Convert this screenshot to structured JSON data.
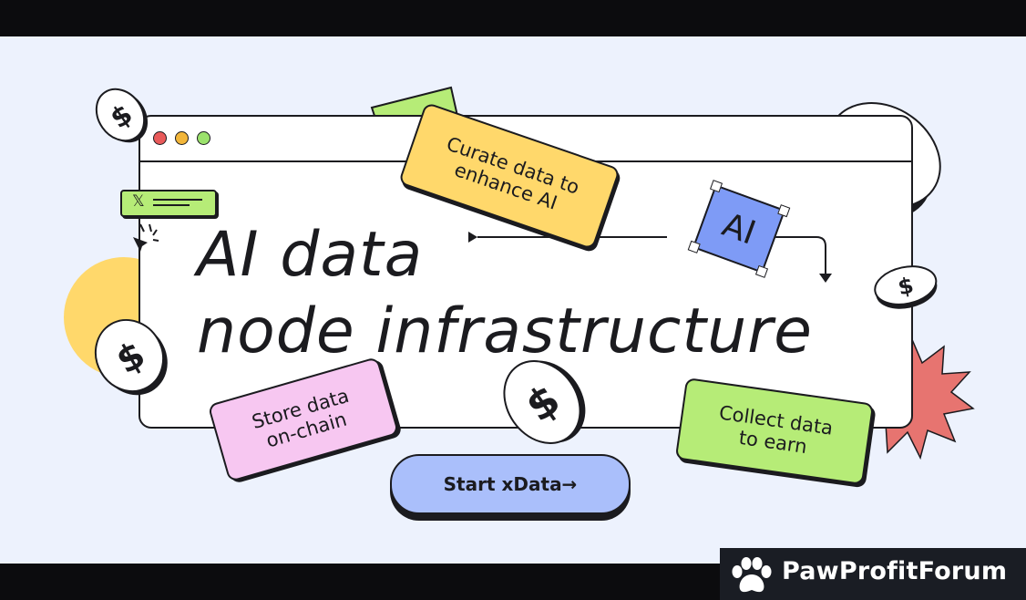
{
  "hero": {
    "headline_line1": "AI data",
    "headline_line2": "node infrastructure",
    "ai_badge": "AI"
  },
  "stickers": {
    "curate": "Curate data to\nenhance AI",
    "store": "Store data\non-chain",
    "collect": "Collect data\nto earn"
  },
  "cta": {
    "start_label": "Start xData→"
  },
  "social_tab": {
    "icon_glyph": "𝕏"
  },
  "coins": {
    "symbol": "$"
  },
  "watermark": {
    "brand": "PawProfitForum"
  },
  "colors": {
    "background": "#edf2fd",
    "yellow_sticker": "#ffd86b",
    "pink_sticker": "#f7c7f1",
    "green_sticker": "#b6ec77",
    "blue_button": "#aabffb",
    "ai_badge": "#7e9bf6",
    "starburst": "#e77470",
    "yellow_circle": "#ffd86b",
    "outline": "#1b1b1f"
  },
  "icons": [
    "coin-dollar-icon",
    "paw-icon",
    "x-logo-icon",
    "cursor-click-icon",
    "starburst-icon"
  ]
}
